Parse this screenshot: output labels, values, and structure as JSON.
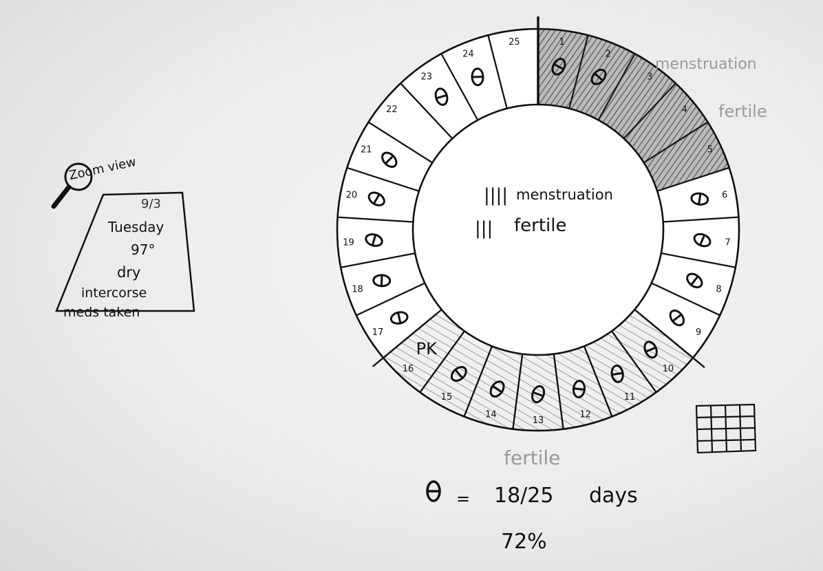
{
  "zoom_view": {
    "label": "Zoom view",
    "date": "9/3",
    "day": "Tuesday",
    "temperature": "97°",
    "lines": [
      "dry",
      "intercorse",
      "meds taken"
    ]
  },
  "wheel": {
    "days": [
      1,
      2,
      3,
      4,
      5,
      6,
      7,
      8,
      9,
      10,
      11,
      12,
      13,
      14,
      15,
      16,
      17,
      18,
      19,
      20,
      21,
      22,
      23,
      24,
      25
    ],
    "pill_days": [
      1,
      2,
      6,
      7,
      8,
      9,
      10,
      11,
      12,
      13,
      14,
      15,
      17,
      18,
      19,
      20,
      21,
      23,
      24
    ],
    "menstruation_days": [
      1,
      2,
      3,
      4,
      5
    ],
    "fertile_days": [
      10,
      11,
      12,
      13,
      14,
      15,
      16
    ],
    "special_labels": [
      {
        "day": 16,
        "text": "PK"
      }
    ],
    "center_legend": [
      {
        "mark": "||||",
        "text": "menstruation"
      },
      {
        "mark": "|||",
        "text": "fertile"
      }
    ]
  },
  "outside_labels": {
    "menstruation": "menstruation",
    "fertile_right": "fertile",
    "fertile_bottom": "fertile"
  },
  "summary": {
    "equals": "=",
    "ratio": "18/25",
    "unit": "days",
    "percent": "72%"
  },
  "grid_icon": {
    "name": "calendar-grid-icon"
  }
}
